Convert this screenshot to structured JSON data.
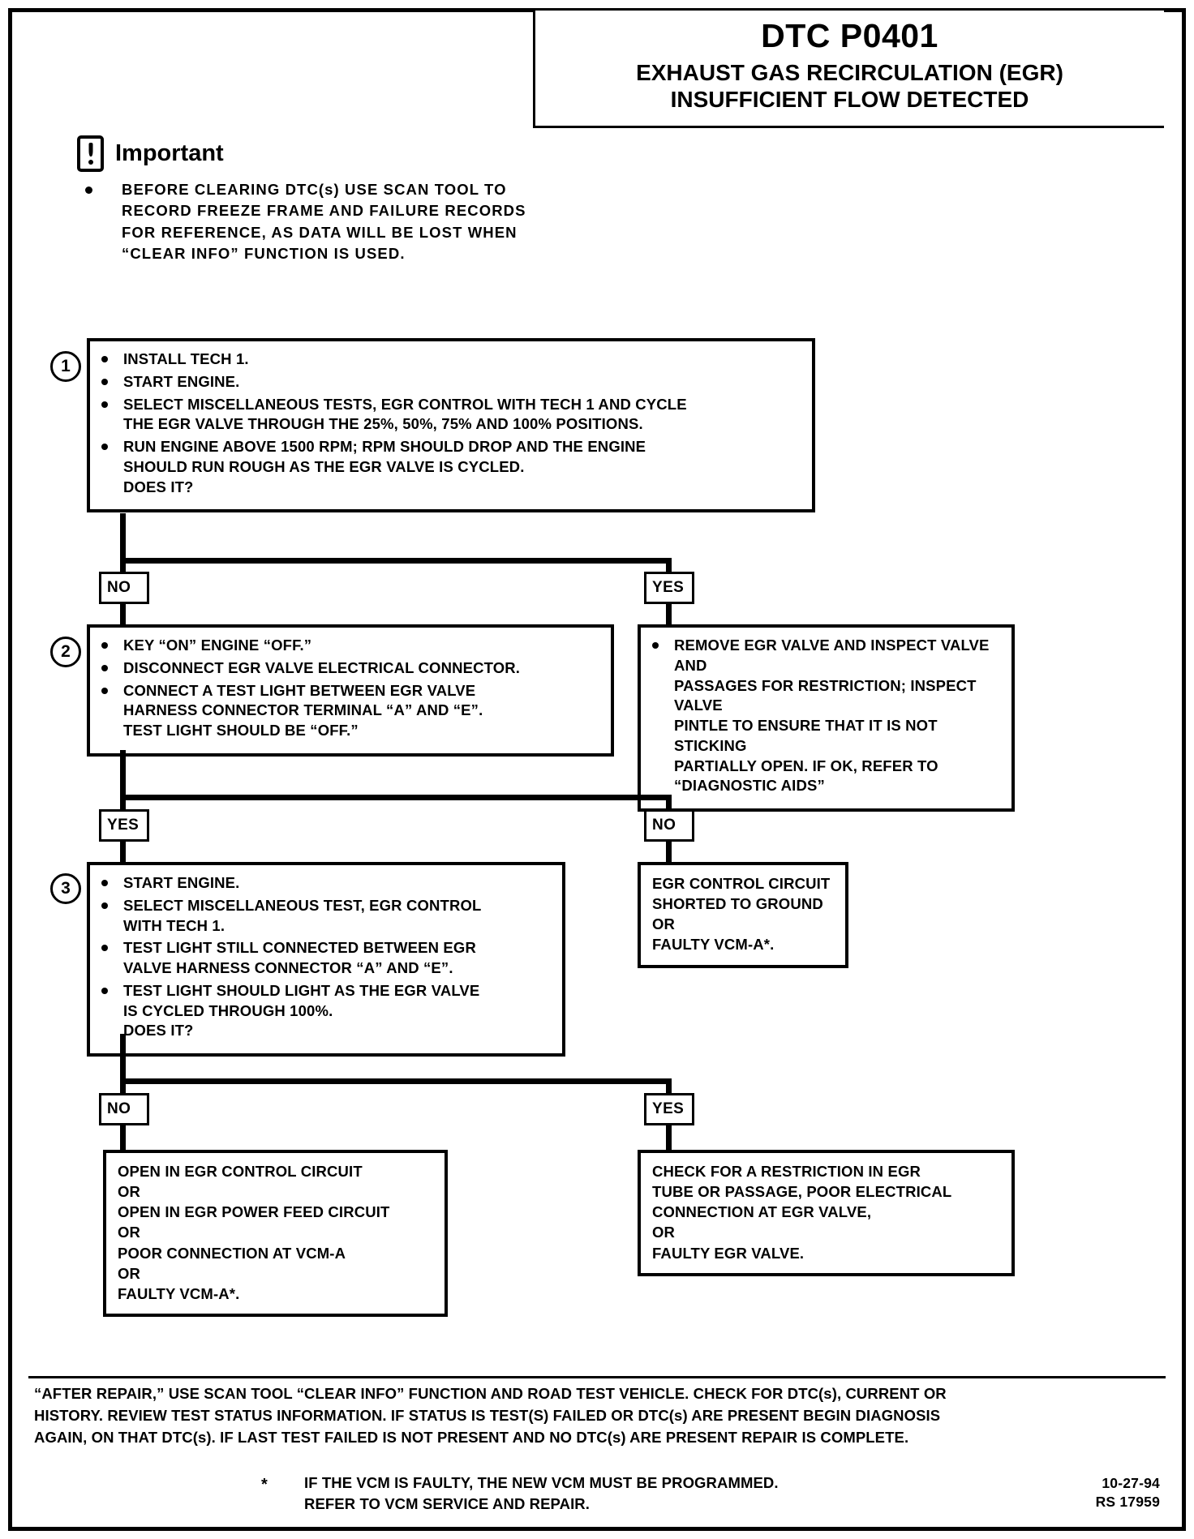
{
  "header": {
    "dtc_code": "DTC P0401",
    "title_line1": "EXHAUST GAS RECIRCULATION (EGR)",
    "title_line2": "INSUFFICIENT FLOW DETECTED"
  },
  "important": {
    "label": "Important",
    "icon": "exclamation-in-box-icon",
    "bullet": "BEFORE CLEARING DTC(s) USE SCAN TOOL TO\nRECORD FREEZE FRAME AND FAILURE RECORDS\nFOR REFERENCE, AS DATA WILL BE LOST WHEN\n“CLEAR INFO” FUNCTION IS USED."
  },
  "steps": {
    "step1": {
      "number": "1",
      "bullets": [
        "INSTALL TECH 1.",
        "START ENGINE.",
        "SELECT MISCELLANEOUS TESTS, EGR CONTROL WITH TECH 1 AND CYCLE\nTHE EGR VALVE THROUGH THE 25%, 50%, 75% AND 100% POSITIONS.",
        "RUN ENGINE ABOVE 1500 RPM; RPM SHOULD DROP AND THE ENGINE\nSHOULD RUN ROUGH AS THE EGR VALVE IS CYCLED.\nDOES IT?"
      ]
    },
    "step2": {
      "number": "2",
      "bullets": [
        "KEY “ON” ENGINE “OFF.”",
        "DISCONNECT EGR VALVE ELECTRICAL CONNECTOR.",
        "CONNECT A TEST LIGHT BETWEEN EGR VALVE\nHARNESS CONNECTOR TERMINAL “A” AND “E”.\nTEST LIGHT SHOULD BE “OFF.”"
      ]
    },
    "step3": {
      "number": "3",
      "bullets": [
        "START ENGINE.",
        "SELECT MISCELLANEOUS TEST, EGR CONTROL\nWITH TECH 1.",
        "TEST LIGHT STILL CONNECTED BETWEEN EGR\nVALVE HARNESS CONNECTOR “A” AND “E”.",
        "TEST LIGHT SHOULD LIGHT AS THE EGR VALVE\nIS CYCLED THROUGH 100%.\nDOES IT?"
      ]
    }
  },
  "branches": {
    "b1_no": "NO",
    "b1_yes": "YES",
    "b2_yes": "YES",
    "b2_no": "NO",
    "b3_no": "NO",
    "b3_yes": "YES"
  },
  "results": {
    "r1_yes": {
      "bullets": [
        "REMOVE EGR VALVE AND INSPECT VALVE AND\nPASSAGES FOR RESTRICTION; INSPECT VALVE\nPINTLE TO ENSURE THAT IT IS NOT STICKING\nPARTIALLY OPEN.  IF OK, REFER TO\n“DIAGNOSTIC AIDS”"
      ]
    },
    "r2_no": {
      "text": "EGR CONTROL CIRCUIT\nSHORTED TO GROUND\nOR\nFAULTY VCM-A*."
    },
    "r3_no": {
      "text": "OPEN IN EGR CONTROL CIRCUIT\nOR\nOPEN IN EGR POWER FEED CIRCUIT\nOR\nPOOR CONNECTION AT VCM-A\nOR\nFAULTY VCM-A*."
    },
    "r3_yes": {
      "text": "CHECK FOR A RESTRICTION IN EGR\nTUBE OR PASSAGE, POOR ELECTRICAL\nCONNECTION AT EGR VALVE,\nOR\nFAULTY EGR VALVE."
    }
  },
  "footer": {
    "paragraph": "“AFTER REPAIR,” USE SCAN TOOL “CLEAR INFO” FUNCTION AND ROAD TEST VEHICLE. CHECK FOR DTC(s), CURRENT OR\nHISTORY. REVIEW TEST STATUS INFORMATION. IF STATUS IS TEST(S) FAILED OR DTC(s) ARE PRESENT BEGIN DIAGNOSIS\nAGAIN, ON THAT DTC(s). IF LAST TEST FAILED IS NOT PRESENT AND NO DTC(s) ARE PRESENT REPAIR IS COMPLETE.",
    "footnote_marker": "*",
    "footnote_line1": "IF THE VCM IS FAULTY, THE NEW VCM MUST BE PROGRAMMED.",
    "footnote_line2": "REFER TO VCM SERVICE AND REPAIR.",
    "stamp_date": "10-27-94",
    "stamp_id": "RS 17959"
  }
}
